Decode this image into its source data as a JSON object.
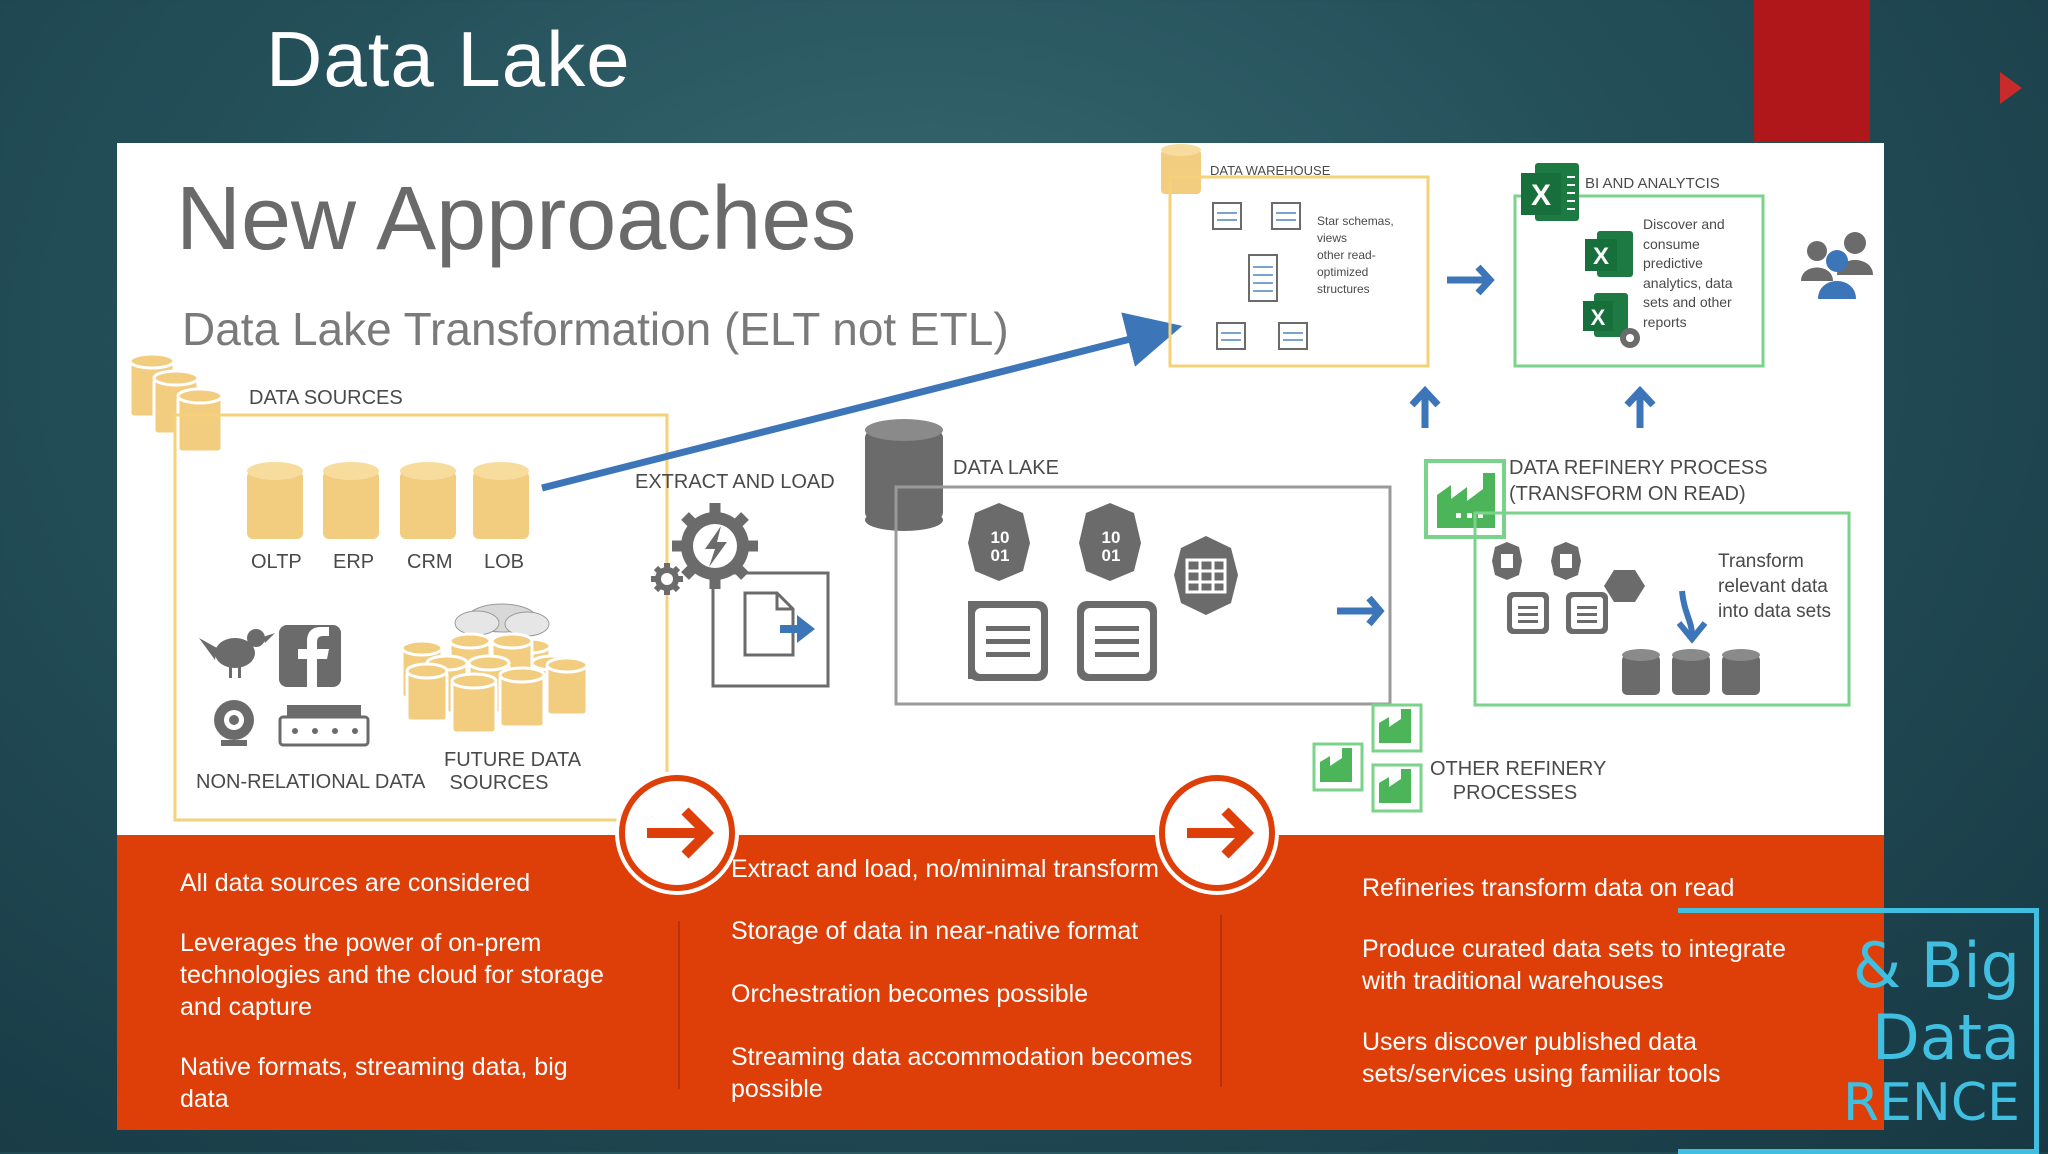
{
  "slide": {
    "title": "Data Lake",
    "heading": "New Approaches",
    "subheading": "Data Lake Transformation (ELT not ETL)"
  },
  "diagram": {
    "data_sources": {
      "label": "DATA SOURCES",
      "items": [
        "OLTP",
        "ERP",
        "CRM",
        "LOB"
      ],
      "non_relational": "NON-RELATIONAL DATA",
      "future": [
        "FUTURE DATA",
        "SOURCES"
      ]
    },
    "extract_load": "EXTRACT AND LOAD",
    "data_lake": {
      "label": "DATA LAKE",
      "binary": [
        "10",
        "01"
      ]
    },
    "data_warehouse": {
      "label": "DATA WAREHOUSE",
      "desc": [
        "Star schemas,",
        "views",
        "other read-",
        "optimized",
        "structures"
      ]
    },
    "bi": {
      "label": "BI AND ANALYTCIS",
      "desc": [
        "Discover and",
        "consume",
        "predictive",
        "analytics, data",
        "sets and other",
        "reports"
      ]
    },
    "refinery": {
      "label_lines": [
        "DATA REFINERY PROCESS",
        "(TRANSFORM ON READ)"
      ],
      "desc": [
        "Transform",
        "relevant data",
        "into data sets"
      ]
    },
    "other_refinery": [
      "OTHER REFINERY",
      "PROCESSES"
    ]
  },
  "bottom": {
    "col1": [
      "All data sources are considered",
      "Leverages the power of on-prem technologies and the cloud for storage and capture",
      "Native formats, streaming data, big data"
    ],
    "col2": [
      "Extract and load, no/minimal transform",
      "Storage of data in near-native format",
      "Orchestration becomes possible",
      "Streaming data accommodation becomes possible"
    ],
    "col3": [
      "Refineries transform data on read",
      "Produce curated data sets to integrate with traditional warehouses",
      "Users discover published data sets/services using familiar tools"
    ]
  },
  "conference_overlay": [
    "& Big",
    "Data",
    "RENCE"
  ],
  "colors": {
    "accent_orange": "#de3e08",
    "arrow_blue": "#3d76b8",
    "db_gold": "#f2cc7f",
    "icon_gray": "#6b6b6b",
    "excel_green": "#1d7a43",
    "conference_cyan": "#41bfe0"
  }
}
